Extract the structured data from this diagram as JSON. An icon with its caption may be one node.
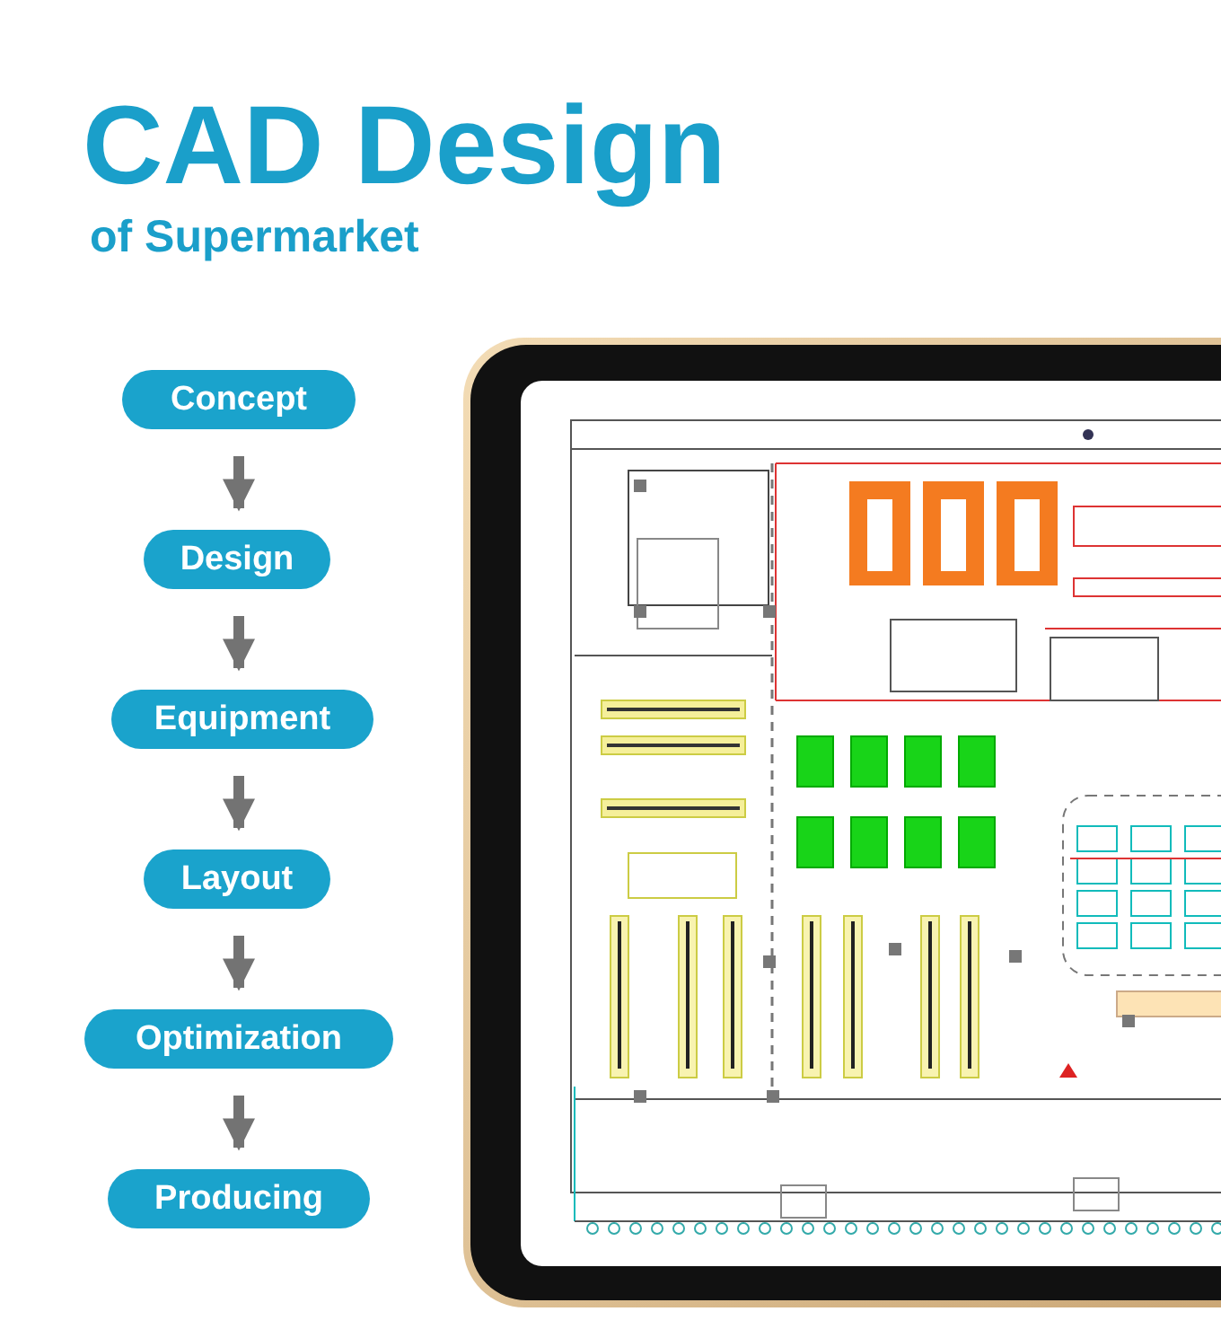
{
  "diagram": {
    "title": "CAD Design",
    "caption": "of Supermarket",
    "nodes": [
      {
        "text": [
          "Concept"
        ]
      },
      {
        "text": [
          "Design"
        ]
      },
      {
        "text": [
          "Equipment"
        ]
      },
      {
        "text": [
          "Layout"
        ]
      },
      {
        "text": [
          "Optimization"
        ]
      },
      {
        "text": [
          "Producing"
        ]
      }
    ],
    "edges": [
      {
        "from": 0,
        "to": 1,
        "arrow": "to"
      },
      {
        "from": 1,
        "to": 2,
        "arrow": "to"
      },
      {
        "from": 2,
        "to": 3,
        "arrow": "to"
      },
      {
        "from": 3,
        "to": 4,
        "arrow": "to"
      },
      {
        "from": 4,
        "to": 5,
        "arrow": "to"
      }
    ]
  }
}
